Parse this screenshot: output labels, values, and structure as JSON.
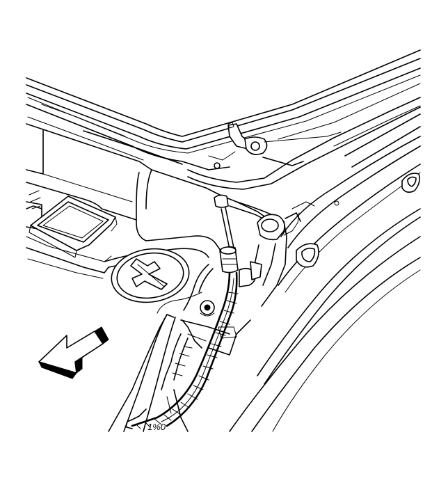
{
  "figure": {
    "background": "#ffffff",
    "line_color": "#000000",
    "parts": [
      "roof-inner-panel",
      "windshield-header-trim",
      "grommet-plug",
      "wiring-harness",
      "antenna-cable-connector",
      "harness-clips",
      "direction-arrow"
    ],
    "callout_number": "1%0"
  }
}
